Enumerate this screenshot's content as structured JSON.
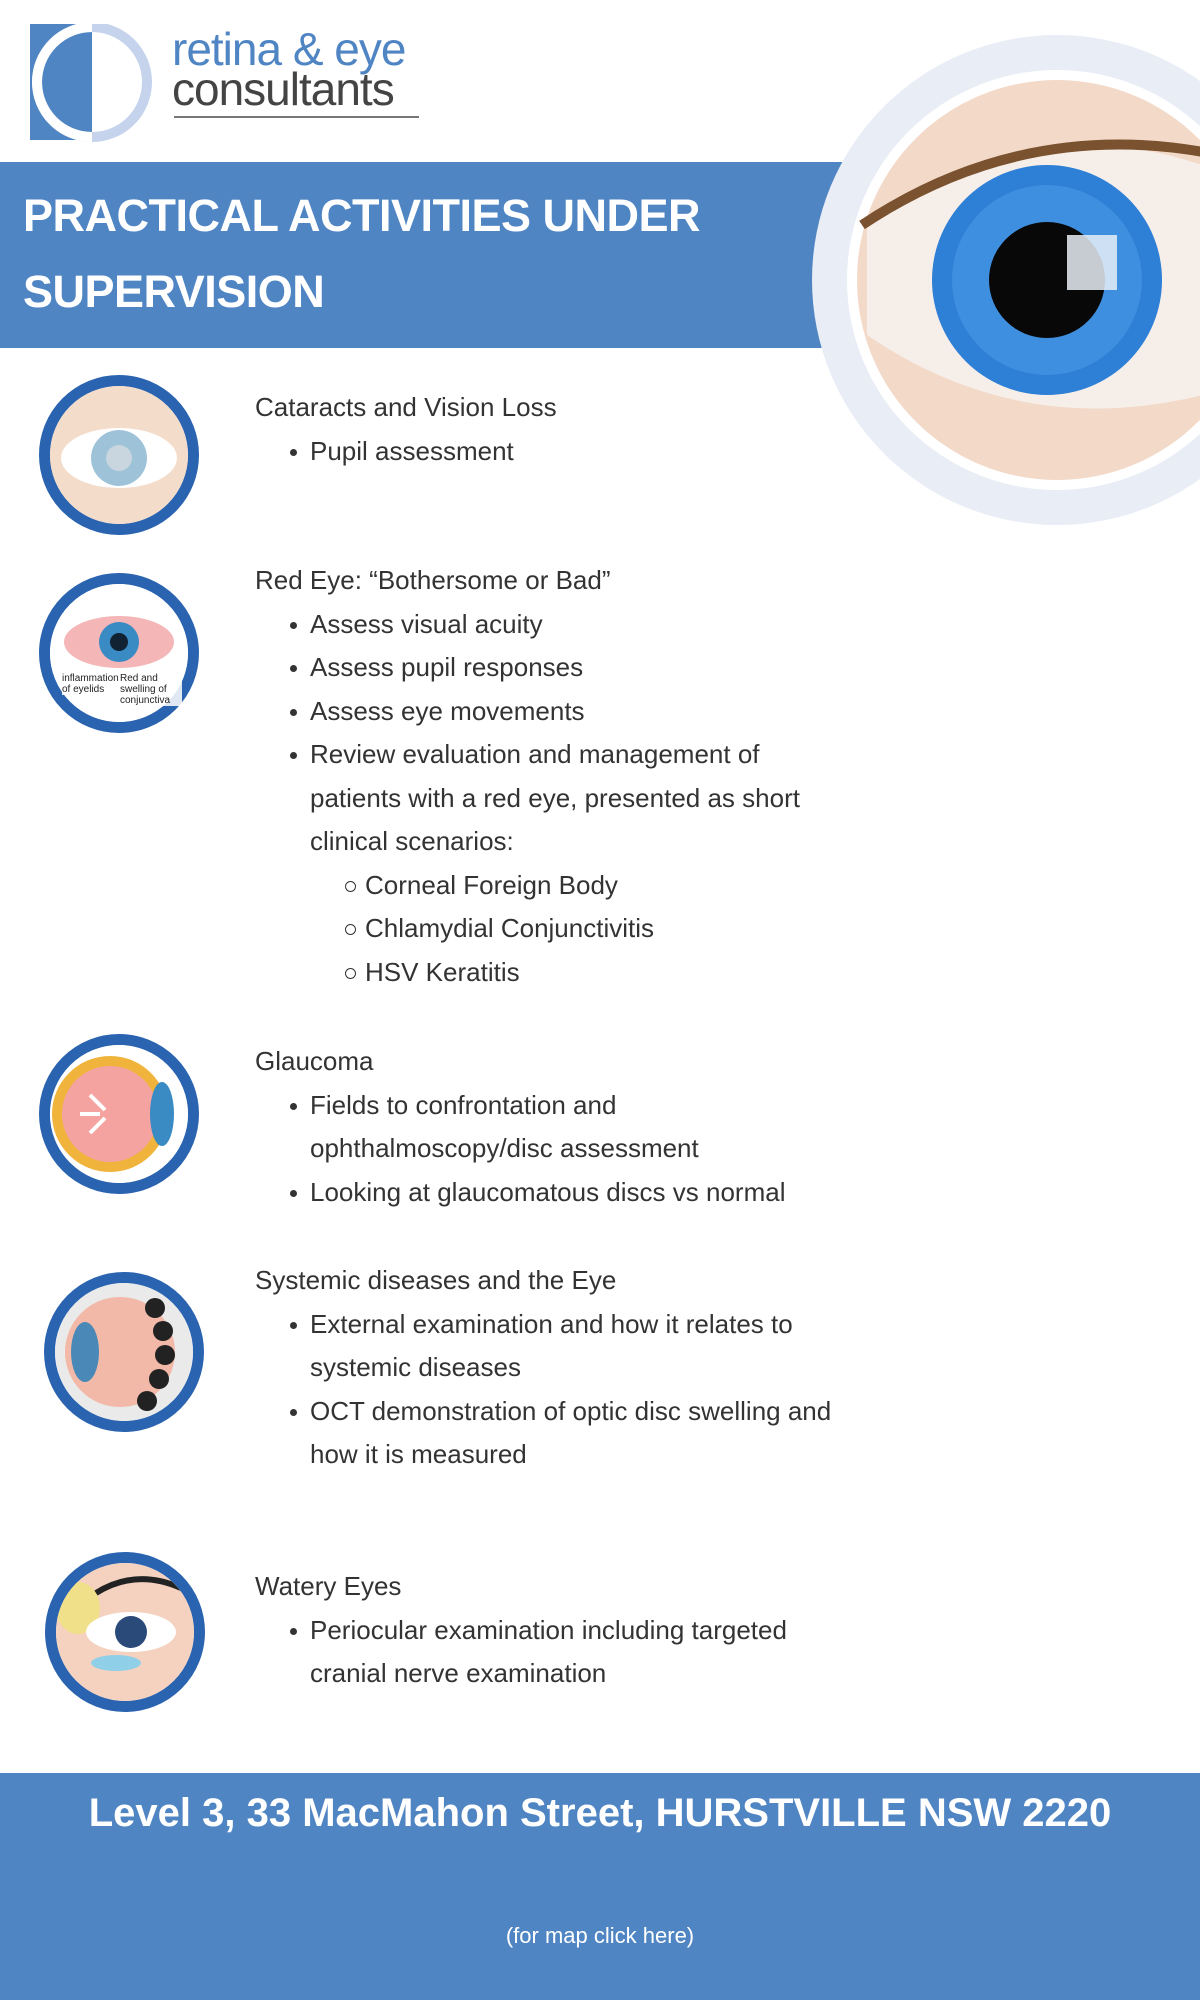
{
  "logo": {
    "line1": "retina & eye",
    "line2": "consultants"
  },
  "banner": {
    "line1": "PRACTICAL ACTIVITIES UNDER",
    "line2": "SUPERVISION"
  },
  "colors": {
    "brand": "#5085c4",
    "ring": "#2a63b0",
    "text": "#333333"
  },
  "sections": [
    {
      "title": "Cataracts and Vision Loss",
      "items": [
        "Pupil assessment"
      ]
    },
    {
      "title": "Red Eye: “Bothersome or Bad”",
      "items": [
        "Assess visual acuity",
        "Assess pupil responses",
        "Assess eye movements",
        "Review evaluation and management of",
        "patients with a red eye, presented as short",
        "clinical scenarios:"
      ],
      "subitems": [
        "Corneal Foreign Body",
        "Chlamydial Conjunctivitis",
        "HSV Keratitis"
      ],
      "icon_labels": [
        "inflammation of eyelids",
        "Red and swelling of conjunctiva"
      ]
    },
    {
      "title": "Glaucoma",
      "items": [
        "Fields to confrontation and",
        "ophthalmoscopy/disc assessment",
        "Looking at glaucomatous discs vs normal"
      ]
    },
    {
      "title": "Systemic diseases and the Eye",
      "items": [
        "External examination and how it relates to",
        "systemic diseases",
        "OCT demonstration of optic disc swelling and",
        "how it is measured"
      ]
    },
    {
      "title": "Watery Eyes",
      "items": [
        "Periocular examination including targeted",
        "cranial nerve examination"
      ]
    }
  ],
  "footer": {
    "address": "Level 3, 33 MacMahon Street, HURSTVILLE  NSW  2220",
    "map_link": "(for map click here)"
  }
}
